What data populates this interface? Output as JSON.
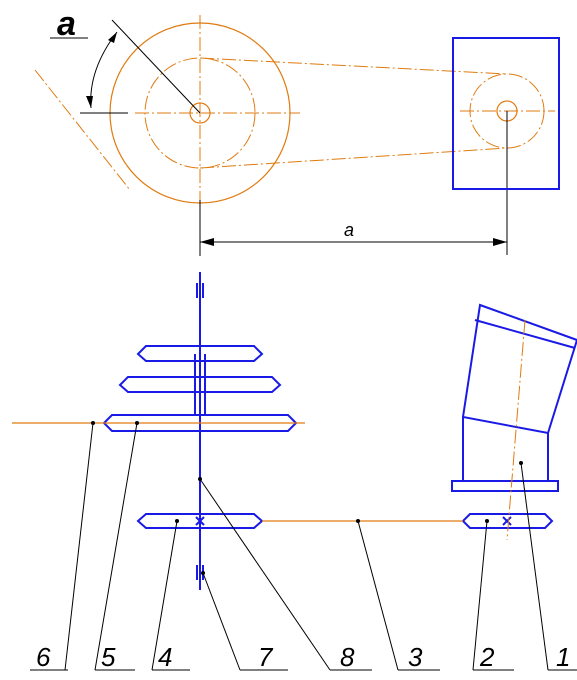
{
  "dimension_label": "a",
  "angle_label": "a",
  "callouts": [
    "6",
    "5",
    "4",
    "7",
    "8",
    "3",
    "2",
    "1"
  ]
}
